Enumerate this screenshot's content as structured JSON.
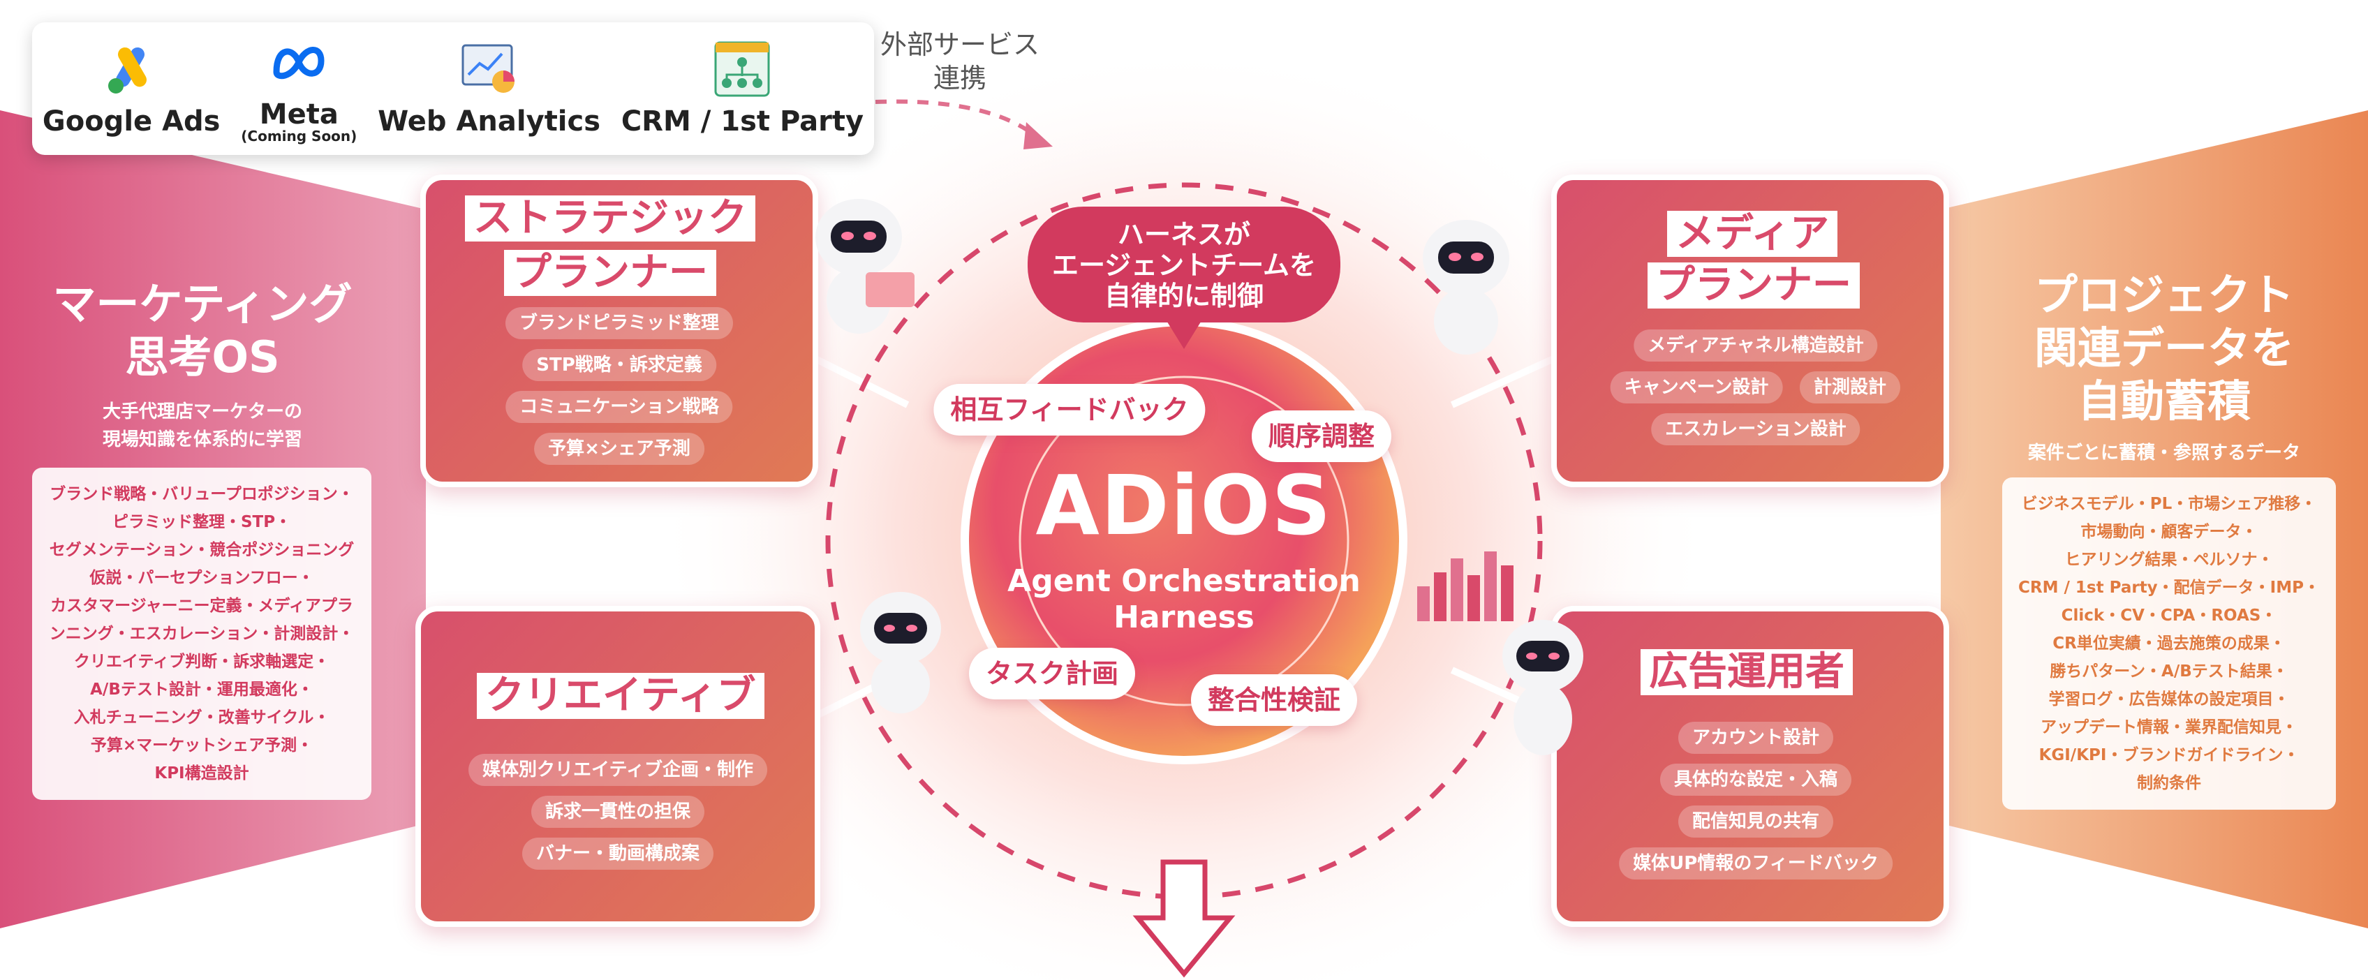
{
  "integrations": {
    "items": [
      {
        "label": "Google Ads",
        "sub": "",
        "icon": "google-ads-icon"
      },
      {
        "label": "Meta",
        "sub": "(Coming Soon)",
        "icon": "meta-icon"
      },
      {
        "label": "Web Analytics",
        "sub": "",
        "icon": "analytics-chart-icon"
      },
      {
        "label": "CRM / 1st Party",
        "sub": "",
        "icon": "crm-org-icon"
      }
    ],
    "external_label_1": "外部サービス",
    "external_label_2": "連携"
  },
  "left_panel": {
    "title_1": "マーケティング",
    "title_2": "思考OS",
    "sub_1": "大手代理店マーケターの",
    "sub_2": "現場知識を体系的に学習",
    "lines": [
      "ブランド戦略・バリュープロポジション・",
      "ピラミッド整理・STP・",
      "セグメンテーション・競合ポジショニング",
      "仮説・パーセプションフロー・",
      "カスタマージャーニー定義・メディアプラ",
      "ンニング・エスカレーション・計測設計・",
      "クリエイティブ判断・訴求軸選定・",
      "A/Bテスト設計・運用最適化・",
      "入札チューニング・改善サイクル・",
      "予算×マーケットシェア予測・",
      "KPI構造設計"
    ]
  },
  "right_panel": {
    "title_1": "プロジェクト",
    "title_2": "関連データを",
    "title_3": "自動蓄積",
    "sub": "案件ごとに蓄積・参照するデータ",
    "lines": [
      "ビジネスモデル・PL・市場シェア推移・",
      "市場動向・顧客データ・",
      "ヒアリング結果・ペルソナ・",
      "CRM / 1st Party・配信データ・IMP・",
      "Click・CV・CPA・ROAS・",
      "CR単位実績・過去施策の成果・",
      "勝ちパターン・A/Bテスト結果・",
      "学習ログ・広告媒体の設定項目・",
      "アップデート情報・業界配信知見・",
      "KGI/KPI・ブランドガイドライン・",
      "制約条件"
    ]
  },
  "roles": {
    "strategic": {
      "title_1": "ストラテジック",
      "title_2": "プランナー",
      "chips": [
        "ブランドピラミッド整理",
        "STP戦略・訴求定義",
        "コミュニケーション戦略",
        "予算×シェア予測"
      ]
    },
    "media": {
      "title_1": "メディア",
      "title_2": "プランナー",
      "chips": [
        "メディアチャネル構造設計",
        "キャンペーン設計",
        "計測設計",
        "エスカレーション設計"
      ]
    },
    "creative": {
      "title_1": "クリエイティブ",
      "chips": [
        "媒体別クリエイティブ企画・制作",
        "訴求一貫性の担保",
        "バナー・動画構成案"
      ]
    },
    "ads": {
      "title_1": "広告運用者",
      "chips": [
        "アカウント設計",
        "具体的な設定・入稿",
        "配信知見の共有",
        "媒体UP情報のフィードバック"
      ]
    }
  },
  "center": {
    "bubble_1": "ハーネスが",
    "bubble_2": "エージェントチームを",
    "bubble_3": "自律的に制御",
    "title": "ADiOS",
    "sub_1": "Agent Orchestration",
    "sub_2": "Harness",
    "pills": [
      "相互フィードバック",
      "順序調整",
      "タスク計画",
      "整合性検証"
    ]
  },
  "colors": {
    "accent": "#d23a5e",
    "orange": "#e8845a",
    "pink": "#e0708e"
  }
}
